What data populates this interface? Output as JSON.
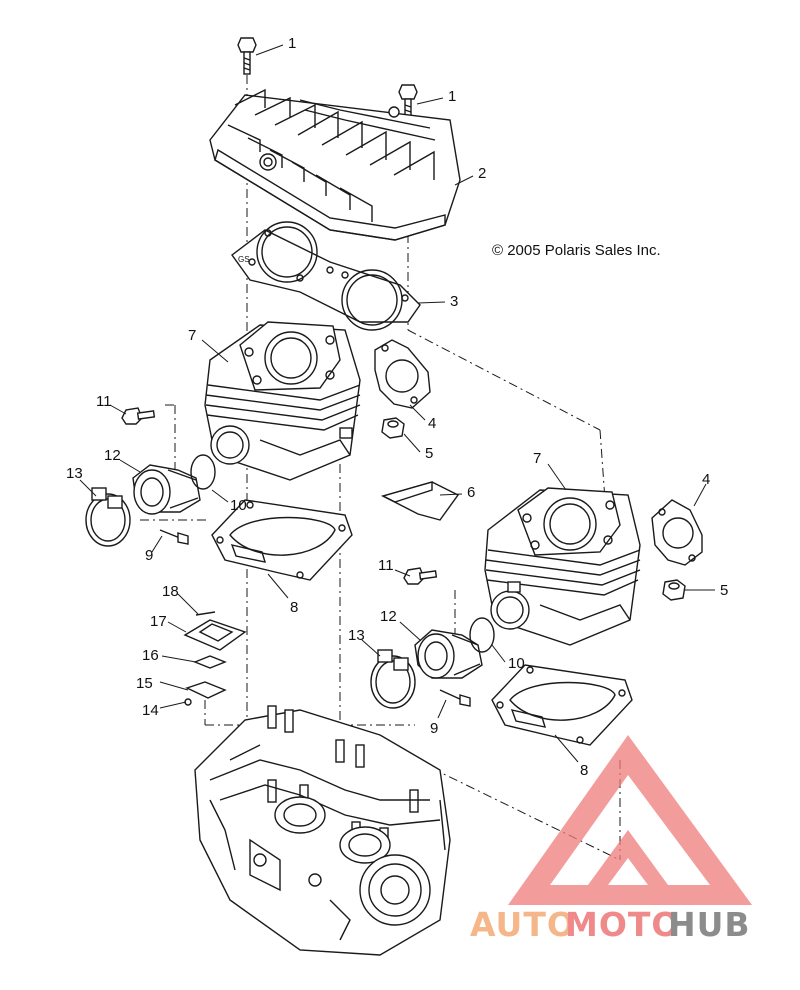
{
  "copyright": "© 2005 Polaris Sales Inc.",
  "callouts": {
    "c1a": "1",
    "c1b": "1",
    "c2": "2",
    "c3": "3",
    "c4a": "4",
    "c4b": "4",
    "c5a": "5",
    "c5b": "5",
    "c6": "6",
    "c7a": "7",
    "c7b": "7",
    "c8a": "8",
    "c8b": "8",
    "c9a": "9",
    "c9b": "9",
    "c10a": "10",
    "c10b": "10",
    "c11a": "11",
    "c11b": "11",
    "c12a": "12",
    "c12b": "12",
    "c13a": "13",
    "c13b": "13",
    "c14": "14",
    "c15": "15",
    "c16": "16",
    "c17": "17",
    "c18": "18"
  },
  "watermark": {
    "part1": "AUTO",
    "part2": "MOTO",
    "part3": "HUB",
    "color_auto": "#f5b78a",
    "color_moto": "#f08a8a",
    "color_hub": "#8c8c8c",
    "logo_color": "#ef7b7b"
  }
}
